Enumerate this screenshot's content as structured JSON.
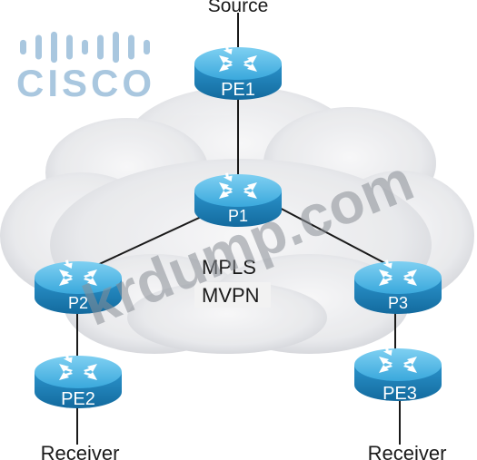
{
  "logo": {
    "wordmark": "CISCO",
    "bars": [
      0.45,
      0.75,
      0.95,
      0.75,
      0.45,
      0.75,
      0.95,
      0.75,
      0.45
    ]
  },
  "labels": {
    "source": "Source",
    "receiver_left": "Receiver",
    "receiver_right": "Receiver",
    "cloud_line1": "MPLS",
    "cloud_line2": "MVPN"
  },
  "routers": {
    "pe1": "PE1",
    "p1": "P1",
    "p2": "P2",
    "p3": "P3",
    "pe2": "PE2",
    "pe3": "PE3"
  },
  "watermark": "krdump.com",
  "colors": {
    "router_top": "#4fb8e6",
    "router_side": "#1b7fb8",
    "logo": "#a9c7df",
    "cloud": "#e8e9ec",
    "watermark": "#8a8f96"
  }
}
